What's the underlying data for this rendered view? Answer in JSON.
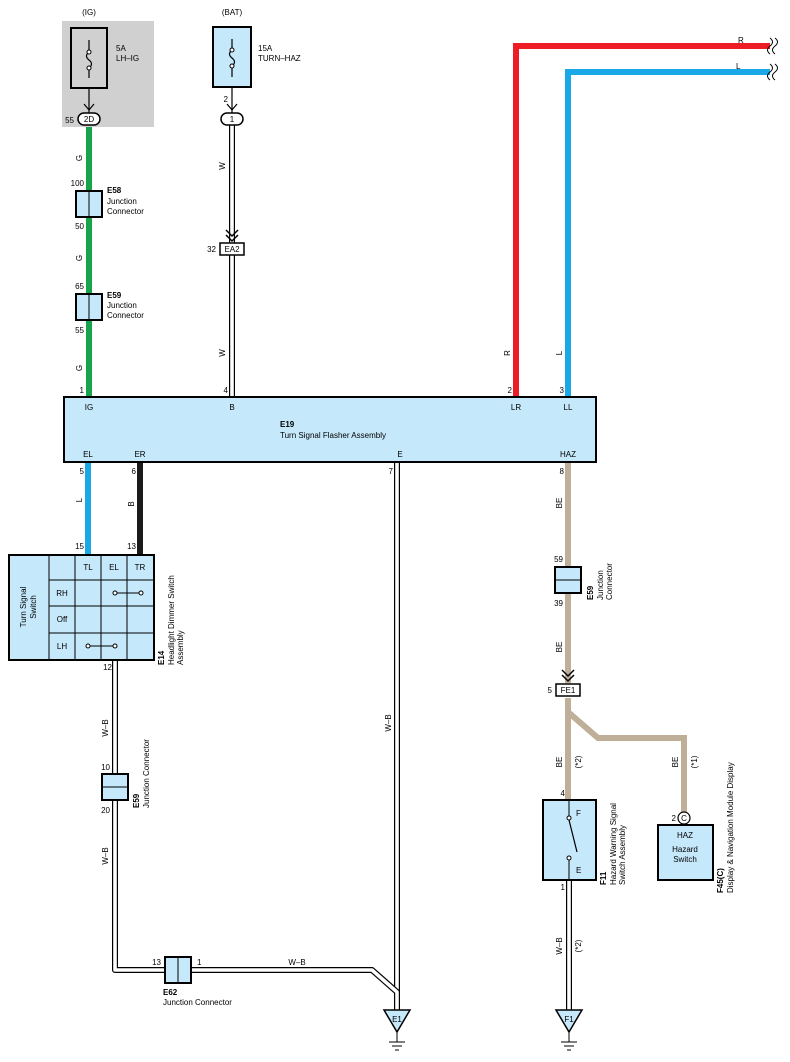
{
  "power": {
    "ig_label": "(IG)",
    "bat_label": "(BAT)",
    "fuse_ig_rating": "5A",
    "fuse_ig_name": "LH–IG",
    "fuse_haz_rating": "15A",
    "fuse_haz_name": "TURN–HAZ"
  },
  "incoming": {
    "r": "R",
    "l": "L"
  },
  "connectors": {
    "c2d_pin": "55",
    "c2d_name": "2D",
    "c1_pin": "2",
    "c1_name": "1",
    "ea2_pin": "32",
    "ea2_name": "EA2",
    "fe1_pin": "5",
    "fe1_name": "FE1"
  },
  "junctions": {
    "e58": {
      "id": "E58",
      "line1": "Junction",
      "line2": "Connector",
      "pin_top": "100",
      "pin_bottom": "50"
    },
    "e59_upper": {
      "id": "E59",
      "line1": "Junction",
      "line2": "Connector",
      "pin_top": "65",
      "pin_bottom": "55"
    },
    "e59_right": {
      "id": "E59",
      "line1": "Junction",
      "line2": "Connector",
      "pin_top": "59",
      "pin_bottom": "39"
    },
    "e59_lower": {
      "id": "E59",
      "line": "Junction Connector",
      "pin_top": "10",
      "pin_bottom": "20"
    },
    "e62": {
      "id": "E62",
      "line": "Junction Connector",
      "pin_left": "13",
      "pin_right": "1"
    }
  },
  "flasher": {
    "id": "E19",
    "name": "Turn Signal Flasher Assembly",
    "terminals_top": [
      {
        "name": "IG",
        "pin": "1"
      },
      {
        "name": "B",
        "pin": "4"
      },
      {
        "name": "LR",
        "pin": "2"
      },
      {
        "name": "LL",
        "pin": "3"
      }
    ],
    "terminals_bottom": [
      {
        "name": "EL",
        "pin": "5"
      },
      {
        "name": "ER",
        "pin": "6"
      },
      {
        "name": "E",
        "pin": "7"
      },
      {
        "name": "HAZ",
        "pin": "8"
      }
    ]
  },
  "wires": {
    "g1": "G",
    "g2": "G",
    "g3": "G",
    "w1": "W",
    "w2": "W",
    "r": "R",
    "l": "L",
    "el": "L",
    "er": "B",
    "be1": "BE",
    "be2": "BE",
    "be3": "BE",
    "be4": "BE",
    "wb1": "W–B",
    "wb2": "W–B",
    "wb3": "W–B",
    "wb4": "W–B",
    "wb5": "W–B",
    "note_be3": "(*2)",
    "note_be4": "(*1)",
    "note_wb5": "(*2)"
  },
  "turn_switch": {
    "id": "E14",
    "name1": "Headlight Dimmer Switch",
    "name2": "Assembly",
    "label1": "Turn Signal",
    "label2": "Switch",
    "cols": [
      "TL",
      "EL",
      "TR"
    ],
    "rows": [
      "RH",
      "Off",
      "LH"
    ],
    "pin_tl": "15",
    "pin_tr": "13",
    "pin_bottom": "12"
  },
  "hazard_switch": {
    "id": "F11",
    "name1": "Hazard Warning Signal",
    "name2": "Switch Assembly",
    "term_top": "F",
    "term_bottom": "E",
    "pin_top": "4",
    "pin_bottom": "1"
  },
  "display": {
    "id": "F45",
    "variant": "(C)",
    "name": "Display & Navigation Module Display",
    "pin": "2",
    "term": "C",
    "label1": "HAZ",
    "label2": "Hazard",
    "label3": "Switch"
  },
  "grounds": {
    "e1": "E1",
    "f1": "F1"
  },
  "colors": {
    "green": "#16a34a",
    "red": "#ee1c25",
    "blue": "#1aa8e6",
    "black": "#1a1a1a",
    "beige": "#bfae98",
    "component_fill": "#c5e8fb",
    "shade": "#d0d0d0"
  }
}
